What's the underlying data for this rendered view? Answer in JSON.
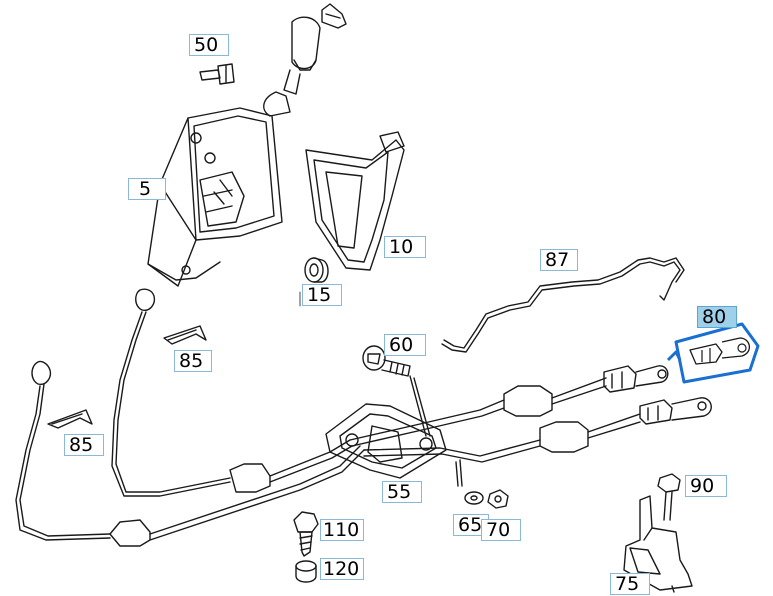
{
  "parts": {
    "p50": "50",
    "p5": "5",
    "p10": "10",
    "p15": "15",
    "p87": "87",
    "p80": "80",
    "p60": "60",
    "p85a": "85",
    "p85b": "85",
    "p55": "55",
    "p90": "90",
    "p110": "110",
    "p120": "120",
    "p65": "65",
    "p70": "70",
    "p75": "75"
  },
  "selected_part": "80",
  "colors": {
    "line": "#1a1a1a",
    "highlight": "#1a6fd0",
    "callout_border": "#8ab8d8",
    "callout_selected": "#9fd0ea"
  }
}
